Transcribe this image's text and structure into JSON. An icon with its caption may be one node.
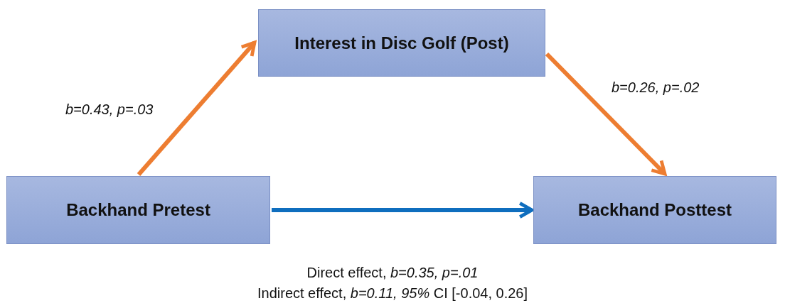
{
  "diagram": {
    "nodes": [
      {
        "text": [
          "Interest in Disc Golf (Post)"
        ]
      },
      {
        "text": [
          "Backhand Pretest"
        ]
      },
      {
        "text": [
          "Backhand Posttest"
        ]
      }
    ],
    "edges": [
      {
        "from": 1,
        "to": 0,
        "arrow": "to",
        "label": "b=0.43, p=.03"
      },
      {
        "from": 0,
        "to": 2,
        "arrow": "to",
        "label": "b=0.26, p=.02"
      },
      {
        "from": 1,
        "to": 2,
        "arrow": "to",
        "color": "#0f6ebe"
      }
    ],
    "labels": [
      "Direct effect, *b=0.35, p=.01*",
      "Indirect effect, *b=0.11, 95%* CI [-0.04, 0.26]"
    ]
  }
}
